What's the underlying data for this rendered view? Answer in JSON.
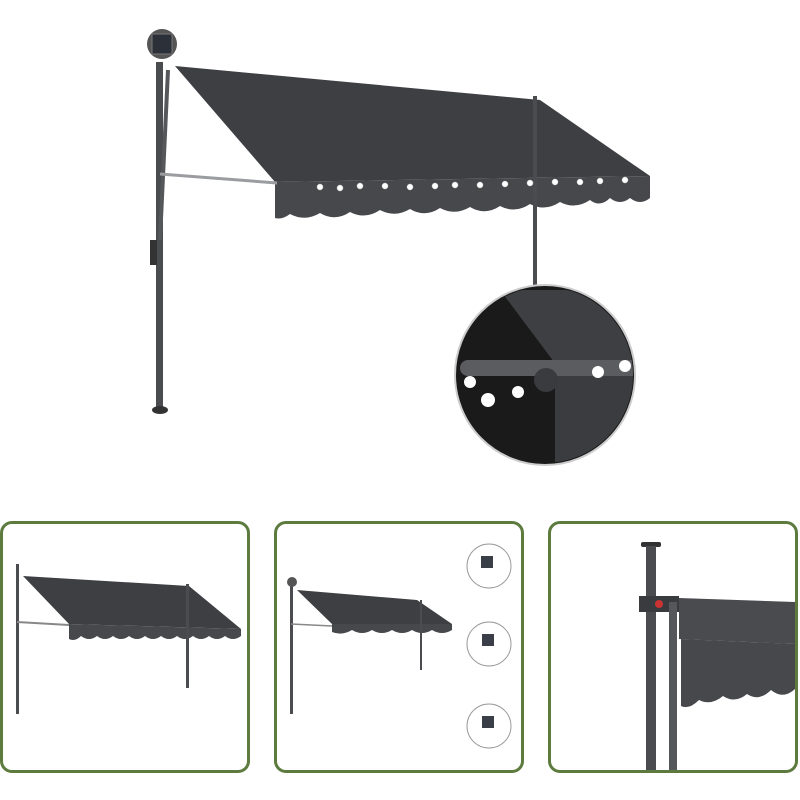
{
  "product": {
    "fabric_color": "#3e3f42",
    "frame_color": "#4a4c50",
    "thumbnail_border_color": "#5d7b3e",
    "led_color": "#ffffff"
  },
  "thumbnails": [
    {
      "view": "awning-side-view"
    },
    {
      "view": "awning-with-led-and-solar-details"
    },
    {
      "view": "pole-bracket-closeup"
    }
  ]
}
